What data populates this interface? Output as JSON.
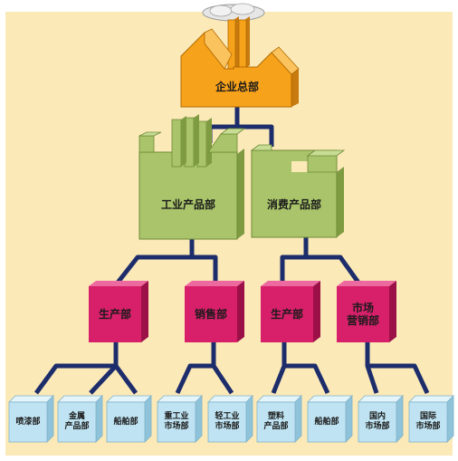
{
  "headquarters": {
    "label": "企业总部"
  },
  "divisions": [
    {
      "label": "工业产品部"
    },
    {
      "label": "消费产品部"
    }
  ],
  "departments": [
    {
      "label": "生产部"
    },
    {
      "label": "销售部"
    },
    {
      "label": "生产部"
    },
    {
      "label": "市场\n营销部"
    }
  ],
  "units": [
    {
      "label": "喷漆部"
    },
    {
      "label": "金属\n产品部"
    },
    {
      "label": "船舶部"
    },
    {
      "label": "重工业\n市场部"
    },
    {
      "label": "轻工业\n市场部"
    },
    {
      "label": "塑料\n产品部"
    },
    {
      "label": "船舶部"
    },
    {
      "label": "国内\n市场部"
    },
    {
      "label": "国际\n市场部"
    }
  ],
  "colors": {
    "background": "#fbe9b8",
    "headquarters": "#f7a21b",
    "division": "#a9c46a",
    "department": "#d8206a",
    "unit": "#bfe3f2",
    "connector": "#1d2d6b"
  }
}
